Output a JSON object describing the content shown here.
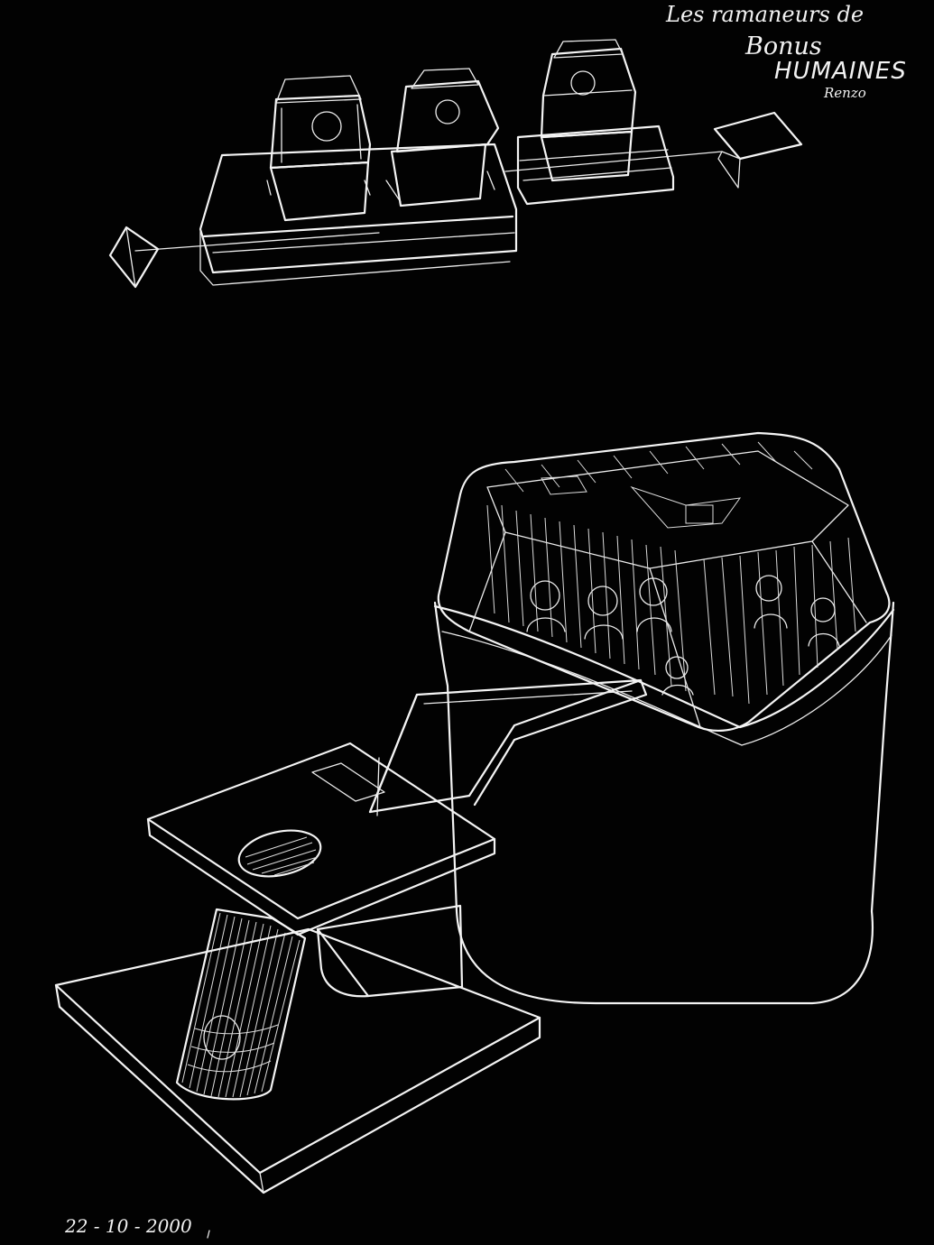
{
  "drawing": {
    "background_color": "#000000",
    "line_color": "#f4f4f4"
  },
  "caption": {
    "line1": "Les ramaneurs de",
    "line2": "Bonus",
    "line3": "HUMAINES",
    "signature": "Renzo"
  },
  "date_note": "22 - 10 - 2000"
}
